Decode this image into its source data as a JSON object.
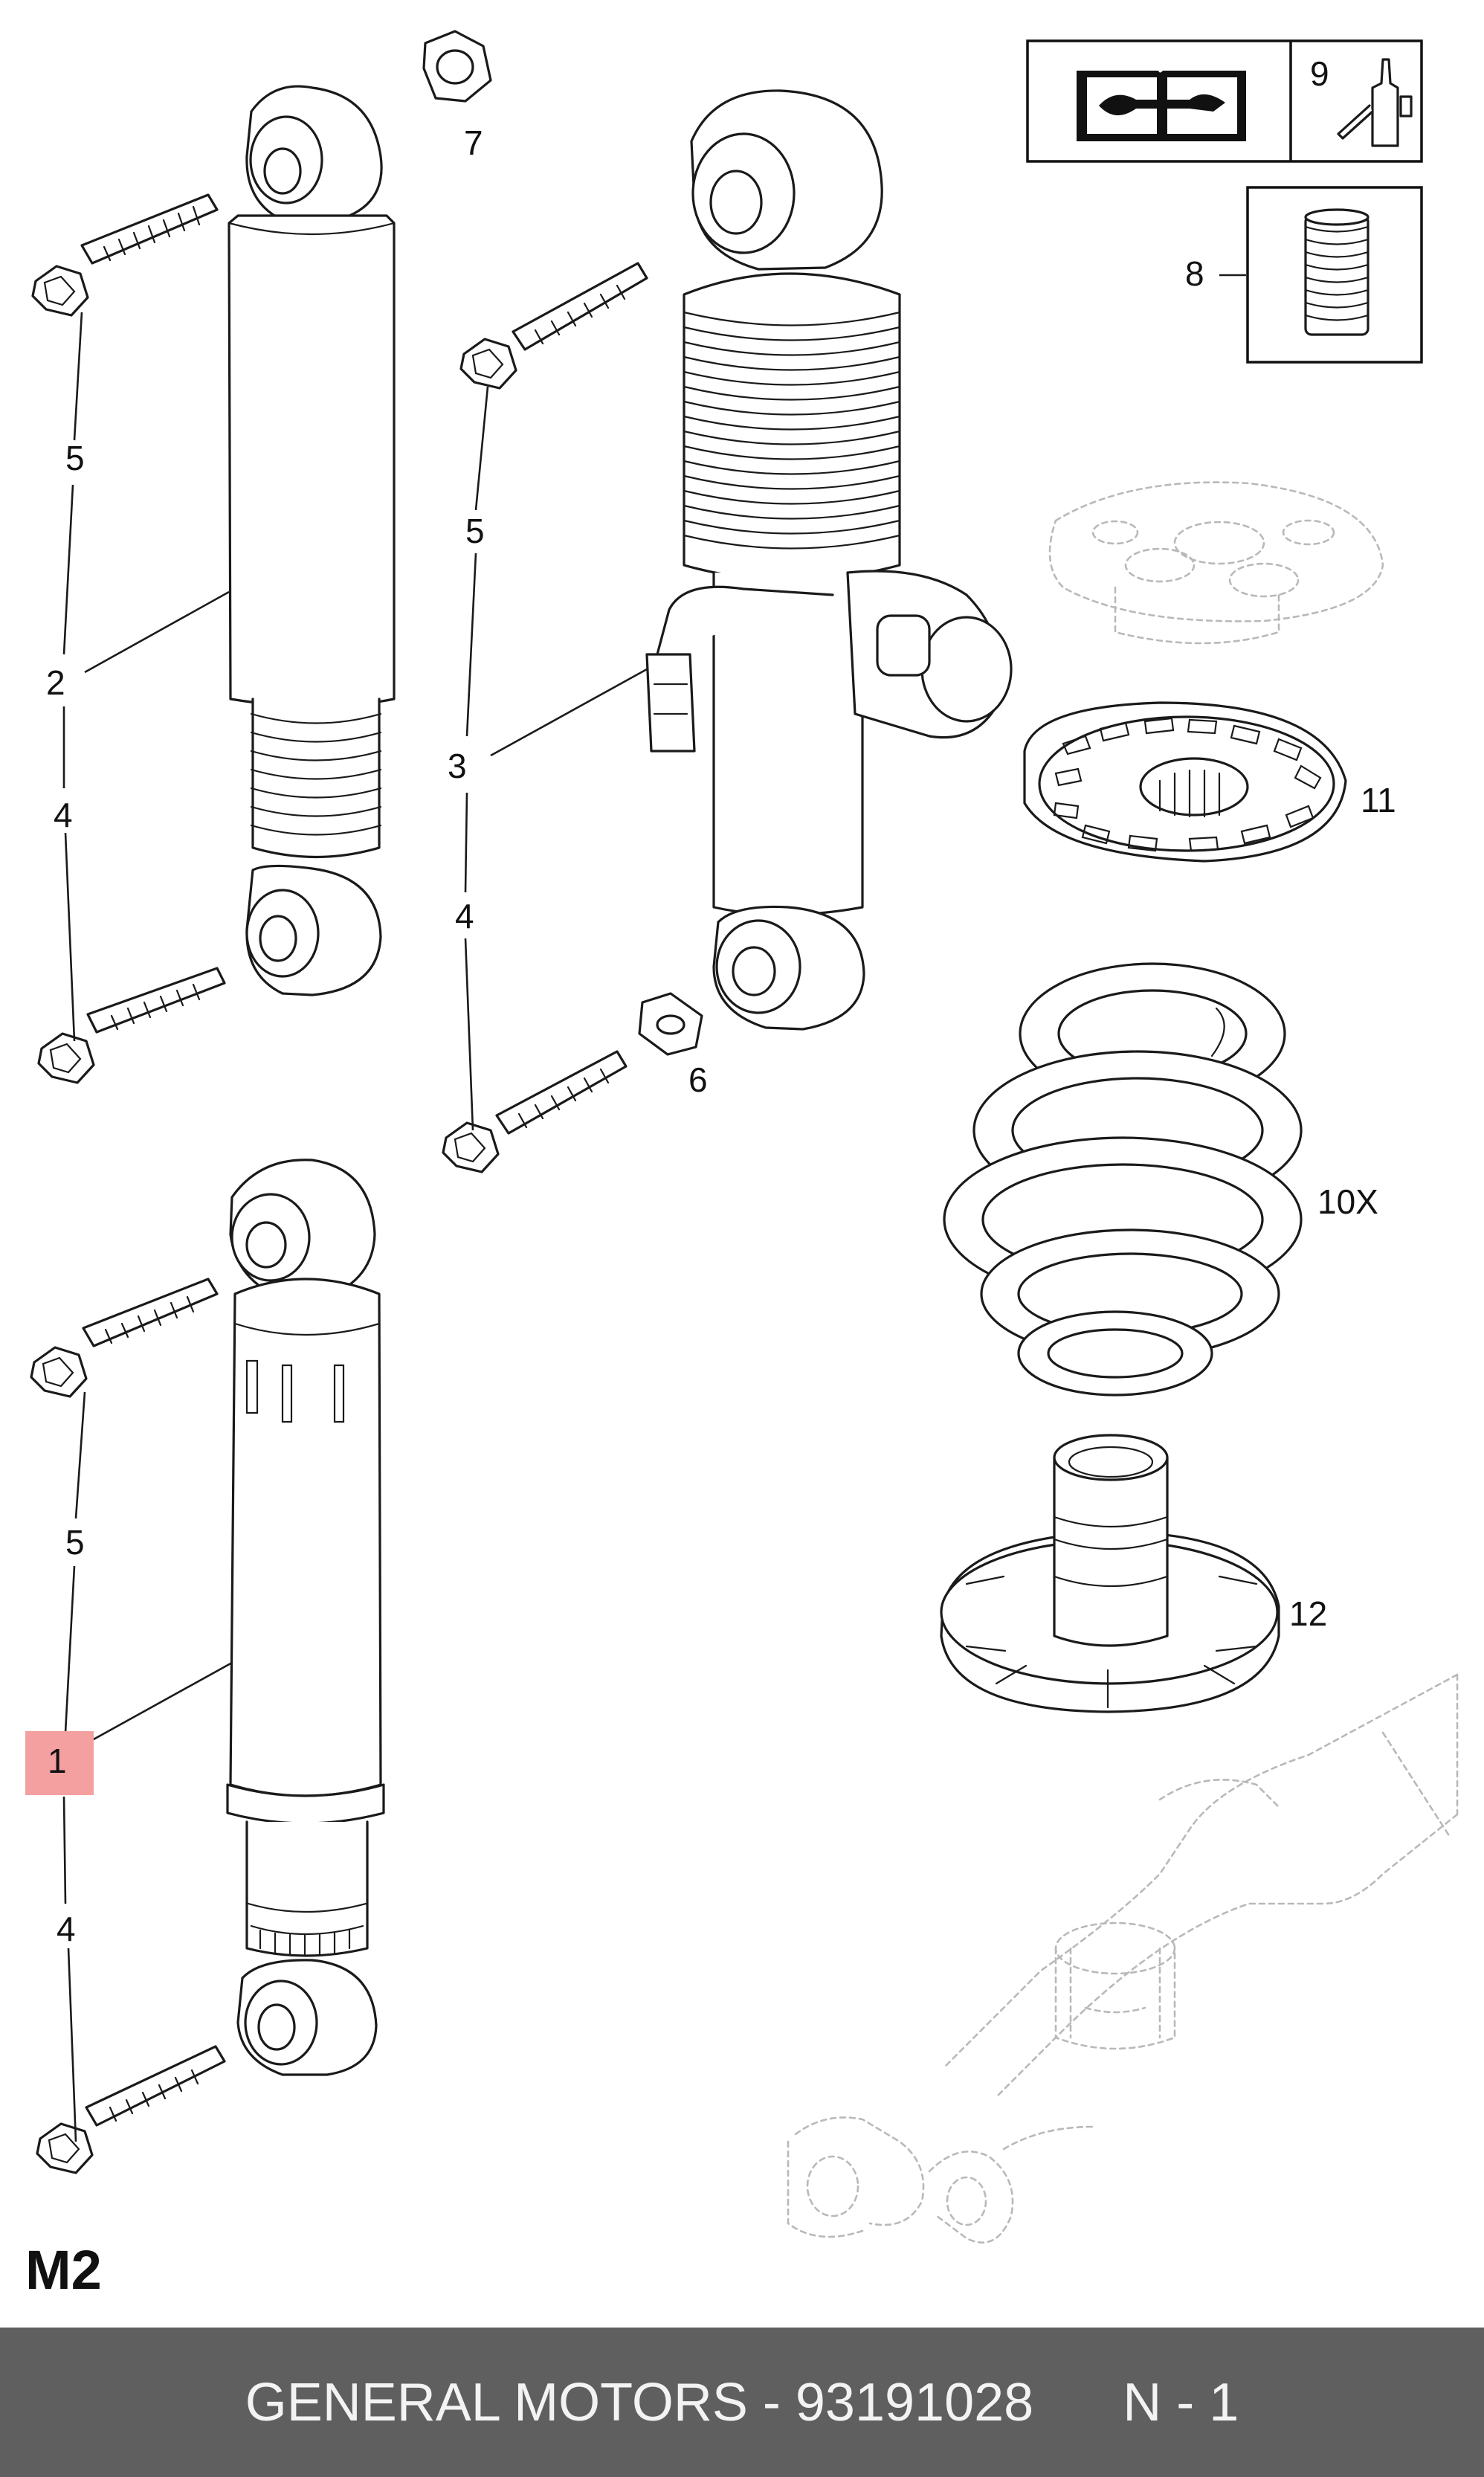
{
  "diagram": {
    "page_code": "M2",
    "callouts": {
      "c1": "1",
      "c2": "2",
      "c3": "3",
      "c4a": "4",
      "c4b": "4",
      "c4c": "4",
      "c5a": "5",
      "c5b": "5",
      "c5c": "5",
      "c6": "6",
      "c7": "7",
      "c8": "8",
      "c9": "9",
      "c10": "10X",
      "c11": "11",
      "c12": "12"
    },
    "highlight_color": "#f4a0a0",
    "icons": [
      "repair-manual-icon",
      "sealant-bottle-icon",
      "spring-sleeve-icon"
    ]
  },
  "footer": {
    "brand": "GENERAL MOTORS",
    "separator": "-",
    "part_number": "93191028",
    "sheet": "N - 1"
  }
}
